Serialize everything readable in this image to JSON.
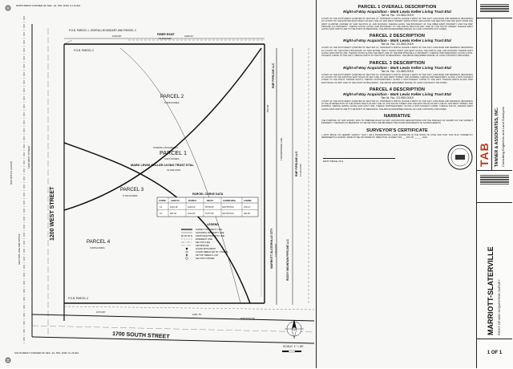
{
  "plan": {
    "streets": {
      "west": "1200 WEST STREET",
      "south": "1700 SOUTH STREET",
      "west_callout": "1200 WEST STREET"
    },
    "parcels": [
      {
        "name": "PARCEL 1",
        "area": "6.617 ACRES"
      },
      {
        "name": "PARCEL 2",
        "area": "5.368 ACRES"
      },
      {
        "name": "PARCEL 3",
        "area": "5.790 ACRES"
      },
      {
        "name": "PARCEL 4",
        "area": "3.095 ACRES"
      }
    ],
    "overall": {
      "label": "OVERALL BOUNDARY",
      "title": "MARK LEWIS KELLER LIVING TRUST ETAL",
      "id": "13-063-0019"
    },
    "easements": {
      "fiber": "FIBER ESMT",
      "fiber_id": "13-063-0004",
      "rmp1": "RMP PIPELINE LLC",
      "rmp2": "RMP PIPELINE LLC",
      "rmp_id": "13-063-0016",
      "rocky": "ROCKY MOUNTAIN PIPELINE LLC",
      "marriott": "MARRIOTT-SLATERVILLE CITY",
      "marriott_id": "13-063-0003",
      "transmission": "TRANSMISSION LINE"
    },
    "table": {
      "title": "PARCEL CURVE DATA",
      "headers": [
        "CURVE",
        "LENGTH",
        "RADIUS",
        "DELTA",
        "CHORD BRG",
        "CHORD"
      ],
      "rows": [
        [
          "C1",
          "1016.16'",
          "1040.00'",
          "56°00'20\"",
          "N20°50'29\"E",
          "976.21'"
        ],
        [
          "C2",
          "997.46'",
          "1100.00'",
          "51°57'15\"",
          "N22°52'02\"E",
          "963.60'"
        ]
      ]
    },
    "legend": {
      "title": "LEGEND",
      "items": [
        "SUBJECT PROPERTY LINE",
        "ADJOINING PROPERTY LINE",
        "PROPOSED PROPERTY LINE",
        "EASEMENT LINE",
        "SECTION LINE",
        "CENTERLINE",
        "FOUND MONUMENT",
        "FOUND REBAR SET BY OTHERS",
        "SET 5/8\" REBAR & CAP",
        "SECTION CORNER"
      ]
    },
    "pob": {
      "p1": "P.O.B. PARCEL 1, OVERALL BOUNDARY AND PARCEL 3",
      "p2": "P.O.B. PARCEL 2",
      "p4": "P.O.B. PARCEL 4"
    },
    "corners": {
      "tl": "NORTHWEST CORNER OF SEC. 24, T6N, R3W, S.L.B.&M.",
      "bl": "SOUTHWEST CORNER OF SEC. 24, T6N, R3W, S.L.B.&M."
    },
    "section_line": "SECTION LINE N00°30'54\"E",
    "scale": "SCALE: 1\" = 80'",
    "dims": {
      "top_a": "1026.08'",
      "top_b": "1206.41'",
      "bot_a": "1074.60'",
      "bot_b": "1061.75'",
      "bot_c": "N89°37'52\"W",
      "right": "659.00'",
      "left": "N00°30'54\"E 1320.00'"
    }
  },
  "notes": {
    "sections": [
      {
        "title": "PARCEL 1 OVERALL DESCRIPTION",
        "subtitle": "Right-of-Way Acquisition - Mark Lewis Keller Living Trust Etal",
        "tax": "Tax Id. No. 13-063-0019",
        "text": "A PART OF THE SOUTHWEST QUARTER OF SECTION 24, TOWNSHIP 6 NORTH, RANGE 3 WEST OF THE SALT LAKE BASE AND MERIDIAN. BEGINNING AT A POINT ON THE EXISTING EAST RIGHT-OF-WAY LINE OF 1200 WEST STREET, WHICH POINT LIES ALONG THE SECTION LINE AND EAST FROM THE WEST QUARTER CORNER OF SAID SECTION 24, AND RUNNING THENCE ALONG THE BOUNDARY OF THE FIBER ESMT PROPERTY AND THE RMP PIPELINE LLC PROPERTY; THENCE SOUTH ALONG SAID BOUNDARY TO THE NORTH RIGHT-OF-WAY LINE OF 1700 SOUTH STREET; THENCE WEST ALONG SAID NORTH LINE TO THE POINT OF BEGINNING. THE ABOVE DESCRIBED PARCEL OF LAND CONTAINS 6.617 ACRES."
      },
      {
        "title": "PARCEL 2 DESCRIPTION",
        "subtitle": "Right-of-Way Acquisition - Mark Lewis Keller Living Trust Etal",
        "tax": "Tax Id. No. 13-063-0019",
        "text": "A PART OF THE SOUTHWEST QUARTER OF SECTION 24, TOWNSHIP 6 NORTH, RANGE 3 WEST OF THE SALT LAKE BASE AND MERIDIAN. BEGINNING AT A POINT ON THE NORTH BOUNDARY OF SAID ENTIRE TRACT, WHICH POINT LIES EAST ALONG THE NORTH LINE, AND RUNNING THENCE EAST ALONG SAID NORTH LINE; THENCE SOUTH ALONG THE WEST LINE OF THE RMP PIPELINE LLC PROPERTY; THENCE NORTHWESTERLY ALONG A NON-TANGENT CURVE TO THE LEFT; THENCE NORTH TO THE POINT OF BEGINNING. THE ABOVE DESCRIBED PARCEL OF LAND CONTAINS 5.368 ACRES."
      },
      {
        "title": "PARCEL 3 DESCRIPTION",
        "subtitle": "Right-of-Way Acquisition - Mark Lewis Keller Living Trust Etal",
        "tax": "Tax Id. No. 13-063-0019",
        "text": "A PART OF THE SOUTHWEST QUARTER OF SECTION 24, TOWNSHIP 6 NORTH, RANGE 3 WEST OF THE SALT LAKE BASE AND MERIDIAN. BEGINNING AT A POINT ON THE EXISTING EAST RIGHT-OF-WAY LINE OF 1200 WEST STREET, AND RUNNING THENCE NORTHEASTERLY ALONG A NON-TANGENT CURVE TO THE RIGHT; THENCE SOUTH; THENCE SOUTHWESTERLY ALONG A NON-TANGENT CURVE TO THE LEFT; THENCE NORTH ALONG SAID EAST RIGHT-OF-WAY LINE TO THE POINT OF BEGINNING. THE ABOVE DESCRIBED PARCEL OF LAND CONTAINS 5.790 ACRES."
      },
      {
        "title": "PARCEL 4 DESCRIPTION",
        "subtitle": "Right-of-Way Acquisition - Mark Lewis Keller Living Trust Etal",
        "tax": "Tax Id. No. 13-063-0019",
        "text": "A PART OF THE SOUTHWEST QUARTER OF SECTION 24, TOWNSHIP 6 NORTH, RANGE 3 WEST OF THE SALT LAKE BASE AND MERIDIAN. BEGINNING AT THE INTERSECTION OF THE NORTH RIGHT-OF-WAY LINE OF 1700 SOUTH STREET AND THE EAST RIGHT-OF-WAY LINE OF 1200 WEST STREET, AND RUNNING THENCE NORTH ALONG SAID EAST LINE; THENCE NORTHEASTERLY ALONG A NON-TANGENT CURVE; THENCE SOUTH; THENCE WEST ALONG SAID NORTH LINE TO THE POINT OF BEGINNING. THE ABOVE DESCRIBED PARCEL OF LAND CONTAINS 3.095 ACRES."
      },
      {
        "title": "NARRATIVE",
        "subtitle": "",
        "tax": "",
        "text": "THE PURPOSE OF THIS SURVEY WAS TO PREPARE RIGHT-OF-WAY ACQUISITION DESCRIPTIONS FOR THE PARCELS AS SHOWN ON THE SUBJECT PROPERTY. THE BASIS OF BEARINGS IS THE SECTION LINE BETWEEN THE FOUND MONUMENTS AS SHOWN HEREON."
      },
      {
        "title": "SURVEYOR'S CERTIFICATE",
        "subtitle": "",
        "tax": "",
        "text": "I, MATT PRICE, DO HEREBY CERTIFY THAT I AM A PROFESSIONAL LAND SURVEYOR IN THE STATE OF UTAH AND THAT THIS PLAT CORRECTLY REPRESENTS A SURVEY MADE BY ME OR UNDER MY DIRECTION. SIGNED THIS ___ DAY OF ______, 2022."
      }
    ],
    "signature_name": "MATT PRICE, PLS"
  },
  "titleblock": {
    "city": "MARRIOTT-SLATERVILLE",
    "project": "RIGHT-OF-WAY ACQUISITION SURVEY",
    "firm_logo": "TAB",
    "firm": "TANNER & ASSOCIATES, INC.",
    "firm_sub": "Consulting Engineers and Land Surveyors",
    "sheet": "1 OF 1",
    "accent": "#c0391b"
  }
}
